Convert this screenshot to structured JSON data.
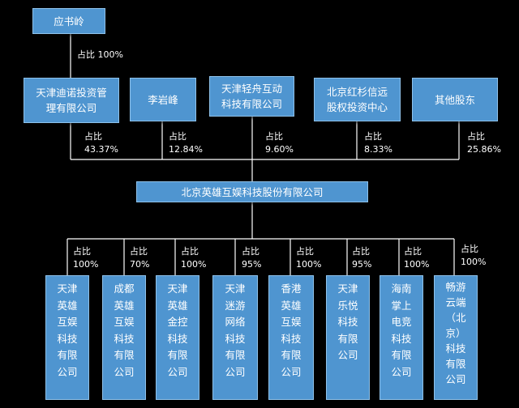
{
  "top": {
    "name": "应书岭",
    "pct": "占比 100%"
  },
  "holders": [
    {
      "name": "天津迪诺投资管\n理有限公司",
      "pct": "占比\n43.37%"
    },
    {
      "name": "李岩峰",
      "pct": "占比\n12.84%"
    },
    {
      "name": "天津轻舟互动\n科技有限公司",
      "pct": "占比\n9.60%"
    },
    {
      "name": "北京红杉信远\n股权投资中心",
      "pct": "占比\n8.33%"
    },
    {
      "name": "其他股东",
      "pct": "占比\n25.86%"
    }
  ],
  "company": {
    "name": "北京英雄互娱科技股份有限公司"
  },
  "subsidiaries": [
    {
      "name": "天津\n英雄\n互娱\n科技\n有限\n公司",
      "pct": "占比\n100%"
    },
    {
      "name": "成都\n英雄\n互娱\n科技\n有限\n公司",
      "pct": "占比\n70%"
    },
    {
      "name": "天津\n英雄\n金控\n科技\n有限\n公司",
      "pct": "占比\n100%"
    },
    {
      "name": "天津\n迷游\n网络\n科技\n有限\n公司",
      "pct": "占比\n95%"
    },
    {
      "name": "香港\n英雄\n互娱\n科技\n有限\n公司",
      "pct": "占比\n100%"
    },
    {
      "name": "天津\n乐悦\n科技\n有限\n公司",
      "pct": "占比\n95%"
    },
    {
      "name": "海南\n掌上\n电竞\n科技\n有限\n公司",
      "pct": "占比\n100%"
    },
    {
      "name": "畅游\n云端\n（北\n京）\n科技\n有限\n公司",
      "pct": "占比\n100%"
    }
  ],
  "colors": {
    "box": "#4f95d0",
    "line": "#ffffff",
    "background": "#000000"
  }
}
